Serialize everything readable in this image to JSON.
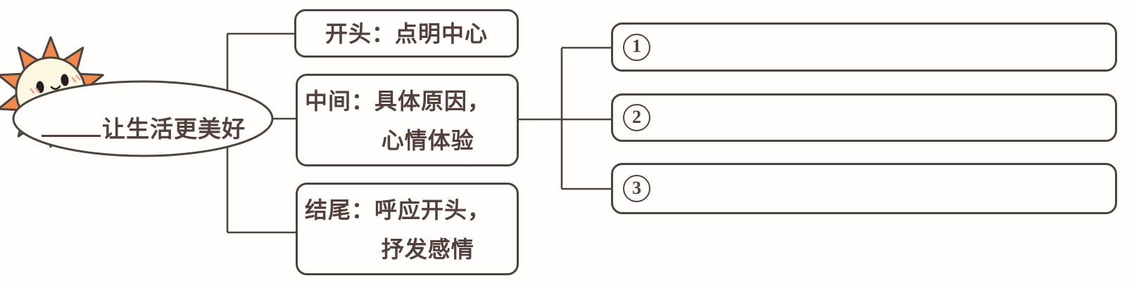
{
  "diagram": {
    "root": {
      "blank": "____",
      "label": "让生活更美好"
    },
    "stages": [
      {
        "id": "opening",
        "lines": [
          "开头：点明中心"
        ]
      },
      {
        "id": "middle",
        "lines": [
          "中间：具体原因，",
          "心情体验"
        ]
      },
      {
        "id": "ending",
        "lines": [
          "结尾：呼应开头，",
          "抒发感情"
        ]
      }
    ],
    "points": [
      {
        "number": "1"
      },
      {
        "number": "2"
      },
      {
        "number": "3"
      }
    ],
    "icons": {
      "sun": "sun-mascot-icon"
    },
    "colors": {
      "line": "#4b443e",
      "text": "#53403a",
      "sun_ray": "#f0894e",
      "sun_face": "#fcf7e1",
      "blush": "#efa8a4",
      "eye": "#241f1c",
      "bg": "#fffefd"
    }
  }
}
